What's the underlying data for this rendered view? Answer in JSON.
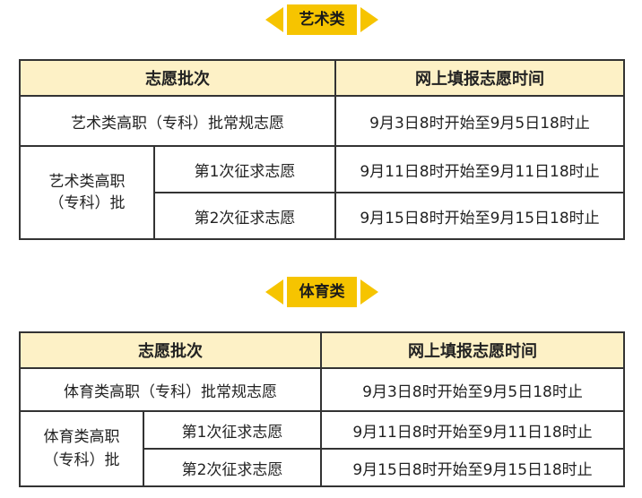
{
  "sections": [
    {
      "category": "艺术类",
      "header": {
        "batch": "志愿批次",
        "time": "网上填报志愿时间"
      },
      "rows": [
        {
          "batch": "艺术类高职（专科）批常规志愿",
          "time": "9月3日8时开始至9月5日18时止"
        }
      ],
      "group_label": "艺术类高职（专科）批",
      "group_rows": [
        {
          "batch": "第1次征求志愿",
          "time": "9月11日8时开始至9月11日18时止"
        },
        {
          "batch": "第2次征求志愿",
          "time": "9月15日8时开始至9月15日18时止"
        }
      ]
    },
    {
      "category": "体育类",
      "header": {
        "batch": "志愿批次",
        "time": "网上填报志愿时间"
      },
      "rows": [
        {
          "batch": "体育类高职（专科）批常规志愿",
          "time": "9月3日8时开始至9月5日18时止"
        }
      ],
      "group_label": "体育类高职（专科）批",
      "group_rows": [
        {
          "batch": "第1次征求志愿",
          "time": "9月11日8时开始至9月11日18时止"
        },
        {
          "batch": "第2次征求志愿",
          "time": "9月15日8时开始至9月15日18时止"
        }
      ]
    }
  ],
  "colors": {
    "accent": "#f6c400",
    "header_bg": "#fdf1c6",
    "border": "#333333"
  }
}
